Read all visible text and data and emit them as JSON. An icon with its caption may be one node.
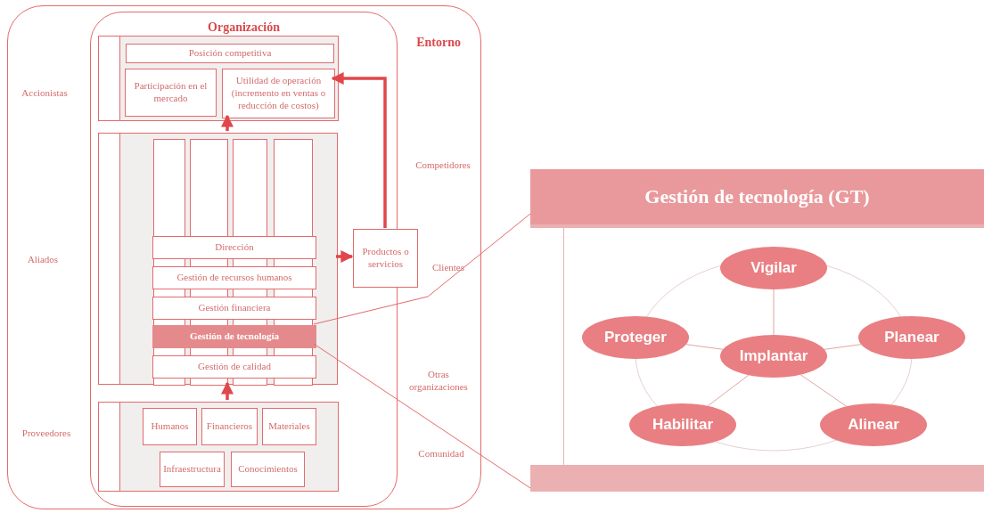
{
  "diagram": {
    "nodes": [
      {
        "text": [
          "Entorno"
        ]
      },
      {
        "text": [
          "Organización"
        ],
        "in": 0
      },
      {
        "text": [],
        "shape": "box",
        "in": 1
      },
      {
        "text": [
          "Posición competitiva"
        ],
        "in": 2
      },
      {
        "text": [
          "Participación en el mercado"
        ],
        "in": 2
      },
      {
        "text": [
          "Utilidad de operación (incremento en ventas o reducción de costos)"
        ],
        "in": 2
      },
      {
        "text": [],
        "shape": "box",
        "in": 1
      },
      {
        "text": [],
        "shape": "box",
        "in": 6
      },
      {
        "text": [],
        "shape": "box",
        "in": 6
      },
      {
        "text": [],
        "shape": "box",
        "in": 6
      },
      {
        "text": [],
        "shape": "box",
        "in": 6
      },
      {
        "text": [
          "Dirección"
        ],
        "in": 6
      },
      {
        "text": [
          "Gestión  de recursos humanos"
        ],
        "in": 6
      },
      {
        "text": [
          "Gestión financiera"
        ],
        "in": 6
      },
      {
        "text": [
          "Gestión de tecnología"
        ],
        "in": 6
      },
      {
        "text": [
          "Gestión de calidad"
        ],
        "in": 6
      },
      {
        "text": [],
        "shape": "box",
        "in": 1
      },
      {
        "text": [
          "Humanos"
        ],
        "in": 16
      },
      {
        "text": [
          "Financieros"
        ],
        "in": 16
      },
      {
        "text": [
          "Materiales"
        ],
        "in": 16
      },
      {
        "text": [
          "Infraestructura"
        ],
        "in": 16
      },
      {
        "text": [
          "Conocimientos"
        ],
        "in": 16
      },
      {
        "text": [
          "Productos o servicios"
        ],
        "in": 0
      },
      {
        "text": [
          "Gestión de tecnología (GT)"
        ]
      },
      {
        "text": [
          "Vigilar"
        ],
        "in": 23
      },
      {
        "text": [
          "Proteger"
        ],
        "in": 23
      },
      {
        "text": [
          "Implantar"
        ],
        "in": 23
      },
      {
        "text": [
          "Planear"
        ],
        "in": 23
      },
      {
        "text": [
          "Habilitar"
        ],
        "in": 23
      },
      {
        "text": [
          "Alinear"
        ],
        "in": 23
      }
    ],
    "edges": [
      {
        "from": 6,
        "to": 5,
        "arrow": "to",
        "style": "thick",
        "color": "#e0474b"
      },
      {
        "from": 16,
        "to": 6,
        "arrow": "to",
        "style": "thick",
        "color": "#e0474b"
      },
      {
        "from": 6,
        "to": 22,
        "arrow": "to",
        "style": "thick",
        "color": "#e0474b"
      },
      {
        "from": 22,
        "to": 5,
        "arrow": "to",
        "style": "thick",
        "color": "#e0474b"
      },
      {
        "from": 14,
        "to": 23,
        "arrow": "none"
      },
      {
        "from": 14,
        "to": 23,
        "arrow": "none"
      },
      {
        "from": 26,
        "to": 24,
        "arrow": "none",
        "color": "#e3a5a5"
      },
      {
        "from": 26,
        "to": 25,
        "arrow": "none",
        "color": "#e3a5a5"
      },
      {
        "from": 26,
        "to": 27,
        "arrow": "none",
        "color": "#e3a5a5"
      },
      {
        "from": 26,
        "to": 28,
        "arrow": "none",
        "color": "#e3a5a5"
      },
      {
        "from": 26,
        "to": 29,
        "arrow": "none",
        "color": "#e3a5a5"
      }
    ],
    "labels": [
      "Accionistas",
      "Competidores",
      "Aliados",
      "Clientes",
      "Otras organizaciones",
      "Proveedores",
      "Comunidad"
    ]
  }
}
